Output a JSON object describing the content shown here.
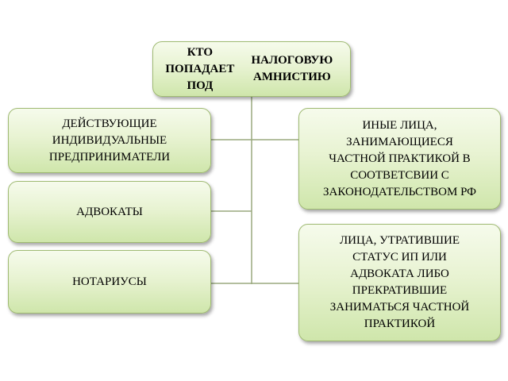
{
  "diagram": {
    "root": {
      "lines": [
        "КТО ПОПАДАЕТ ПОД",
        "НАЛОГОВУЮ АМНИСТИЮ"
      ]
    },
    "left": [
      {
        "lines": [
          "ДЕЙСТВУЮЩИЕ",
          "ИНДИВИДУАЛЬНЫЕ",
          "ПРЕДПРИНИМАТЕЛИ"
        ]
      },
      {
        "lines": [
          "АДВОКАТЫ"
        ]
      },
      {
        "lines": [
          "НОТАРИУСЫ"
        ]
      }
    ],
    "right": [
      {
        "lines": [
          "ИНЫЕ ЛИЦА,",
          "ЗАНИМАЮЩИЕСЯ",
          "ЧАСТНОЙ ПРАКТИКОЙ В",
          "СООТВЕТСВИИ С",
          "ЗАКОНОДАТЕЛЬСТВОМ РФ"
        ]
      },
      {
        "lines": [
          "ЛИЦА, УТРАТИВШИЕ",
          "СТАТУС ИП ИЛИ",
          "АДВОКАТА ЛИБО",
          "ПРЕКРАТИВШИЕ",
          "ЗАНИМАТЬСЯ ЧАСТНОЙ",
          "ПРАКТИКОЙ"
        ]
      }
    ],
    "colors": {
      "connector": "#9aa97f",
      "border": "#9fba72",
      "fill_top": "#f6fbec",
      "fill_bottom": "#cfe6ab"
    }
  }
}
